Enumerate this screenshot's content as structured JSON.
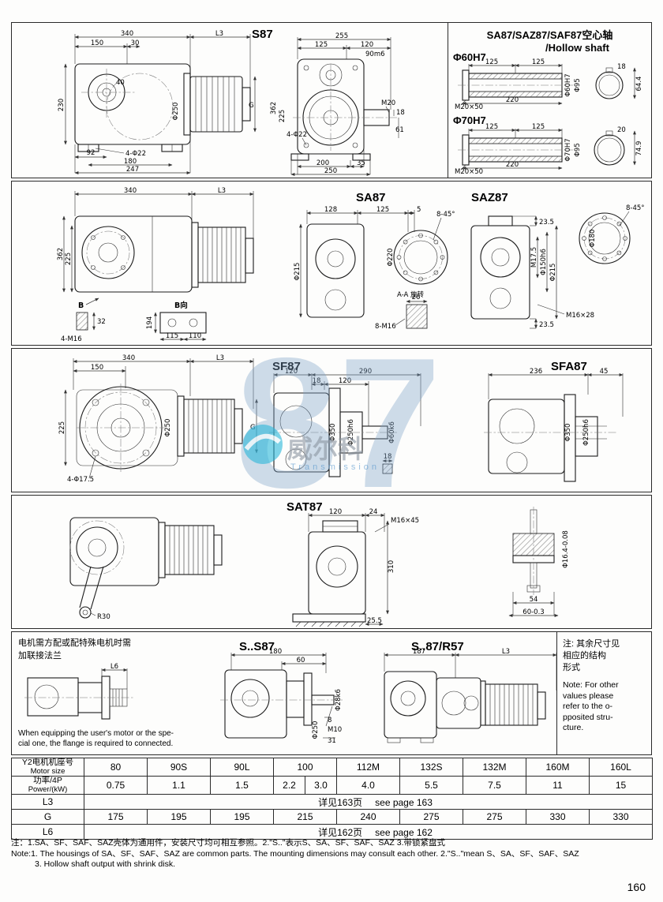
{
  "page": {
    "number": "160"
  },
  "watermark": {
    "numeral": "87",
    "brand": "威尔科",
    "sub": "Transmission"
  },
  "r1": {
    "title": "S87",
    "side": {
      "d340": "340",
      "l3": "L3",
      "d150": "150",
      "d30": "30",
      "d40": "40",
      "d230": "230",
      "d92": "92",
      "holes": "4-Φ22",
      "d180": "180",
      "d247": "247",
      "phi250": "Φ250",
      "g": "G"
    },
    "front": {
      "d255": "255",
      "d125": "125",
      "d120": "120",
      "d90": "90m6",
      "d362": "362",
      "d225": "225",
      "holes": "4-Φ22",
      "m20": "M20",
      "d18": "18",
      "d61": "61",
      "d200": "200",
      "d35": "35",
      "d250": "250"
    },
    "hollow": {
      "t1": "SA87/SAZ87/SAF87空心轴",
      "t2": "/Hollow shaft",
      "v60": {
        "name": "Φ60H7",
        "d125a": "125",
        "d125b": "125",
        "m20": "M20×50",
        "d220": "220",
        "bore": "Φ60H7",
        "hub": "Φ95",
        "key": "18",
        "height": "64.4"
      },
      "v70": {
        "name": "Φ70H7",
        "d125a": "125",
        "d125b": "125",
        "m20": "M20×50",
        "d220": "220",
        "bore": "Φ70H7",
        "hub": "Φ95",
        "key": "20",
        "height": "74.9"
      }
    }
  },
  "r2": {
    "plan": {
      "d340": "340",
      "l3": "L3",
      "d362": "362",
      "d225": "225",
      "b": "B",
      "holes": "4-M16",
      "d32": "32",
      "bview": "B向",
      "d194": "194",
      "d115": "115",
      "d110": "110"
    },
    "sa87": {
      "title": "SA87",
      "d128": "128",
      "d125": "125",
      "d5": "5",
      "phi215": "Φ215",
      "cham": "8-45°",
      "phi220": "Φ220",
      "aa": "A-A 旋转",
      "d26": "26",
      "holes": "8-M16"
    },
    "saz87": {
      "title": "SAZ87",
      "d235t": "23.5",
      "m175": "M17.5",
      "phi150": "Φ150h6",
      "phi215": "Φ215",
      "m16": "M16×28",
      "d235b": "23.5",
      "cham": "8-45°",
      "phi180": "Φ180"
    }
  },
  "r3": {
    "flange_view": {
      "d340": "340",
      "l3": "L3",
      "d150": "150",
      "d225": "225",
      "holes": "4-Φ17.5",
      "phi250": "Φ250",
      "g": "G"
    },
    "sf87": {
      "title": "SF87",
      "d120a": "120",
      "d290": "290",
      "d18a": "18",
      "d120b": "120",
      "shaft": "Φ60k6",
      "spigot": "Φ250h6",
      "flange": "Φ350",
      "d18b": "18"
    },
    "sfa87": {
      "title": "SFA87",
      "d236": "236",
      "d45": "45",
      "spigot": "Φ250h6",
      "flange": "Φ350"
    }
  },
  "r4": {
    "arm": {
      "r30": "R30"
    },
    "sat87": {
      "title": "SAT87",
      "d120": "120",
      "d24": "24",
      "m16": "M16×45",
      "d310": "310",
      "d255": "25.5"
    },
    "buffer": {
      "phi": "Φ16.4-0.08",
      "d54": "54",
      "d60": "60-0.3"
    }
  },
  "r5": {
    "flange_note": {
      "cn1": "电机需方配或配特殊电机时需",
      "cn2": "加联接法兰",
      "l6": "L6",
      "en1": "When equipping the user's motor or the spe-",
      "en2": "cial one, the flange is required to connected."
    },
    "ss87": {
      "title": "S..S87",
      "d180": "180",
      "d60": "60",
      "shaft": "Φ28k6",
      "phi250": "Φ250",
      "d8": "8",
      "m10": "M10",
      "d31": "31"
    },
    "r57": {
      "title": "S..87/R57",
      "d187": "187",
      "l3": "L3"
    },
    "note": {
      "cn1": "注: 其余尺寸见",
      "cn2": "相应的结构",
      "cn3": "形式",
      "en1": "Note: For other",
      "en2": "values please",
      "en3": "refer to the o-",
      "en4": "pposited stru-",
      "en5": "cture."
    }
  },
  "table": {
    "motor": {
      "cn": "Y2电机机座号",
      "en": "Motor size",
      "v": [
        "80",
        "90S",
        "90L",
        "100",
        "112M",
        "132S",
        "132M",
        "160M",
        "160L"
      ]
    },
    "power": {
      "cn": "功率/4P",
      "en": "Power/(kW)",
      "v": [
        "0.75",
        "1.1",
        "1.5",
        "2.2",
        "3.0",
        "4.0",
        "5.5",
        "7.5",
        "11",
        "15"
      ]
    },
    "l3": {
      "label": "L3",
      "cn": "详见163页",
      "en": "see page 163"
    },
    "g": {
      "label": "G",
      "v": [
        "175",
        "195",
        "195",
        "215",
        "240",
        "275",
        "275",
        "330",
        "330"
      ]
    },
    "l6": {
      "label": "L6",
      "cn": "详见162页",
      "en": "see page 162"
    }
  },
  "notes": {
    "cn": "注：1.SA、SF、SAF、SAZ壳体为通用件，安装尺寸均可相互参照。2.\"S..\"表示S、SA、SF、SAF、SAZ 3.带锁紧盘式",
    "en1": "Note:1. The housings of SA、SF、SAF、SAZ are common parts. The mounting dimensions may consult each other. 2.\"S..\"mean S、SA、SF、SAF、SAZ",
    "en2": "3. Hollow shaft output with shrink disk."
  }
}
